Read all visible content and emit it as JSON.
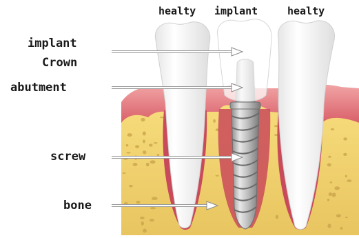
{
  "top_labels": {
    "left": "healty",
    "center": "implant",
    "right": "healty"
  },
  "side_labels": {
    "implant_crown_line1": "implant",
    "implant_crown_line2": "Crown",
    "abutment": "abutment",
    "screw": "screw",
    "bone": "bone"
  },
  "colors": {
    "gum": "#e88e8e",
    "bone": "#f2d36e",
    "bone_spot": "#c9a24a",
    "root_bed": "#c94a5a",
    "tooth": "#fafafa",
    "implant_metal": "#c7c7c7",
    "arrow": "#ffffff"
  }
}
